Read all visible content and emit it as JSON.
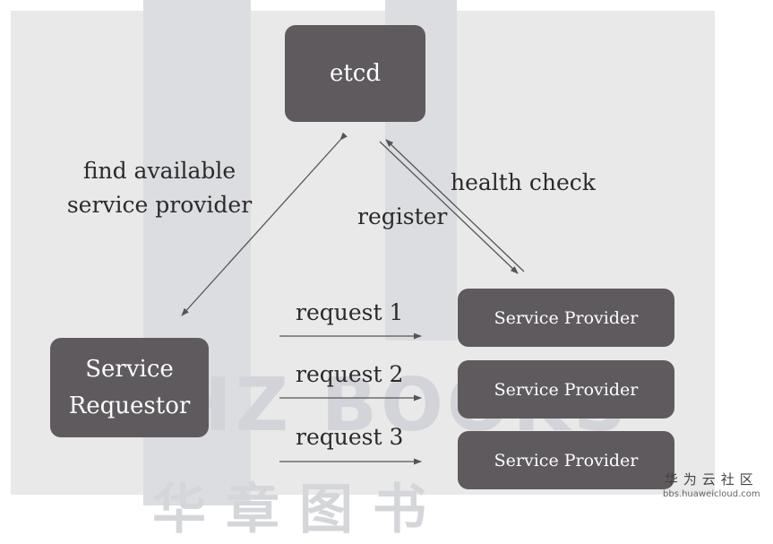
{
  "nodes": {
    "etcd": "etcd",
    "requestor_line1": "Service",
    "requestor_line2": "Requestor",
    "provider1": "Service Provider",
    "provider2": "Service Provider",
    "provider3": "Service Provider"
  },
  "edges": {
    "find_line1": "find available",
    "find_line2": "service provider",
    "health_check": "health check",
    "register": "register",
    "request1": "request 1",
    "request2": "request 2",
    "request3": "request 3"
  },
  "watermark": {
    "text": "HZ BOOKS",
    "cjk": "华章图书"
  },
  "logo": {
    "name": "华为云社区",
    "url": "bbs.huaweicloud.com"
  },
  "colors": {
    "box": "#5e5a5d",
    "background": "#e9e9e9",
    "line": "#555555"
  }
}
